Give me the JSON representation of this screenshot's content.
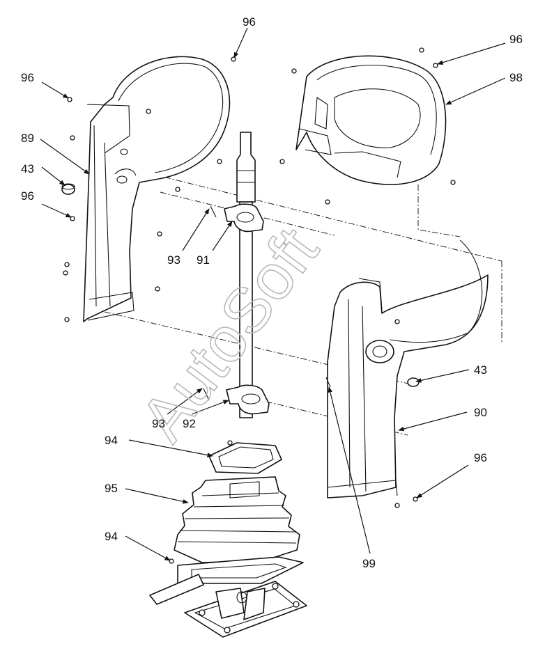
{
  "watermark": "AutoSoft",
  "callouts": [
    {
      "id": "c96a",
      "text": "96"
    },
    {
      "id": "c96b",
      "text": "96"
    },
    {
      "id": "c96c",
      "text": "96"
    },
    {
      "id": "c98",
      "text": "98"
    },
    {
      "id": "c89",
      "text": "89"
    },
    {
      "id": "c43a",
      "text": "43"
    },
    {
      "id": "c96d",
      "text": "96"
    },
    {
      "id": "c93a",
      "text": "93"
    },
    {
      "id": "c91",
      "text": "91"
    },
    {
      "id": "c43b",
      "text": "43"
    },
    {
      "id": "c90",
      "text": "90"
    },
    {
      "id": "c93b",
      "text": "93"
    },
    {
      "id": "c92",
      "text": "92"
    },
    {
      "id": "c94a",
      "text": "94"
    },
    {
      "id": "c96e",
      "text": "96"
    },
    {
      "id": "c95",
      "text": "95"
    },
    {
      "id": "c94b",
      "text": "94"
    },
    {
      "id": "c99",
      "text": "99"
    }
  ]
}
